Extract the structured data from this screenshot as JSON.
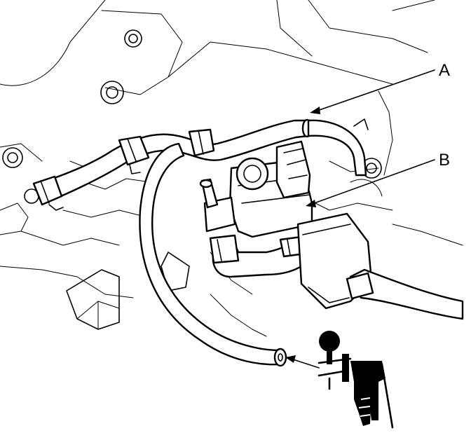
{
  "diagram": {
    "callouts": [
      {
        "id": "A",
        "label": "A"
      },
      {
        "id": "B",
        "label": "B"
      }
    ],
    "icons": [
      "vacuum-pump-icon"
    ]
  }
}
